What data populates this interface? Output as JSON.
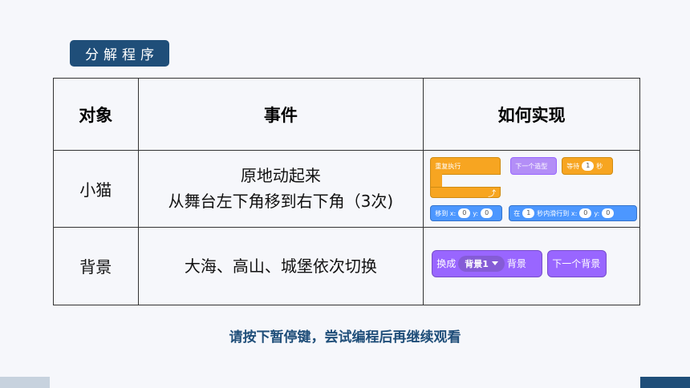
{
  "section_tag": "分解程序",
  "table": {
    "headers": [
      "对象",
      "事件",
      "如何实现"
    ],
    "rows": [
      {
        "object": "小猫",
        "events": [
          "原地动起来",
          "从舞台左下角移到右下角（3次)"
        ],
        "blocks": {
          "forever": "重复执行",
          "next_costume": "下一个造型",
          "wait_prefix": "等待",
          "wait_value": "1",
          "wait_suffix": "秒",
          "goto_prefix": "移到 x:",
          "goto_x": "0",
          "goto_y_label": "y:",
          "goto_y": "0",
          "glide_prefix": "在",
          "glide_secs": "1",
          "glide_mid": "秒内滑行到 x:",
          "glide_x": "0",
          "glide_y_label": "y:",
          "glide_y": "0"
        }
      },
      {
        "object": "背景",
        "events": [
          "大海、高山、城堡依次切换"
        ],
        "blocks": {
          "switch_prefix": "换成",
          "switch_value": "背景1",
          "switch_suffix": "背景",
          "next_backdrop": "下一个背景"
        }
      }
    ]
  },
  "tip": "请按下暂停键，尝试编程后再继续观看",
  "colors": {
    "accent": "#1f4e79",
    "control": "#f7a521",
    "looks": "#9966ff",
    "motion": "#4c97ff"
  }
}
